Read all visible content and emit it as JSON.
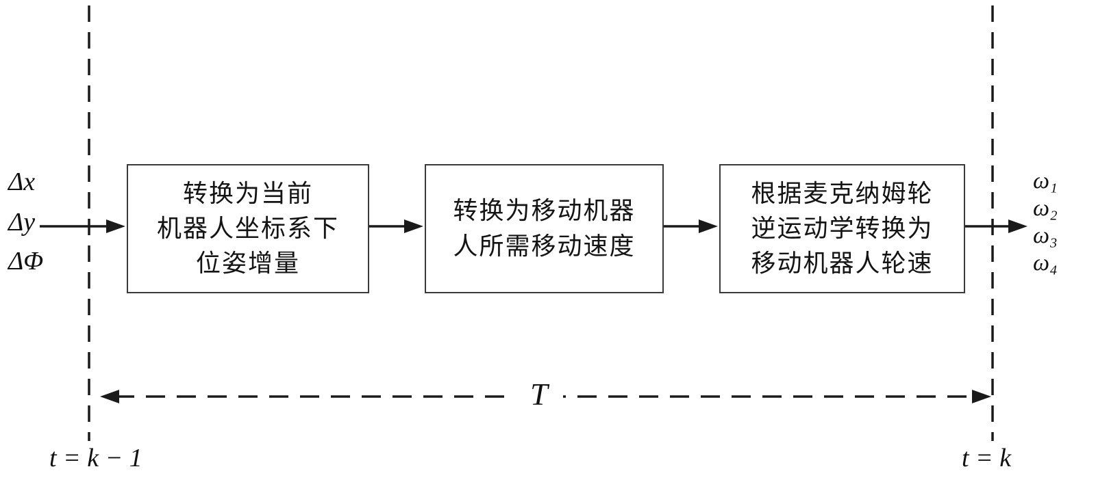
{
  "diagram": {
    "inputs": [
      "Δx",
      "Δy",
      "ΔΦ"
    ],
    "outputs": [
      "ω₁",
      "ω₂",
      "ω₃",
      "ω₄"
    ],
    "boxes": [
      {
        "lines": [
          "转换为当前",
          "机器人坐标系下",
          "位姿增量"
        ]
      },
      {
        "lines": [
          "转换为移动机器",
          "人所需移动速度"
        ]
      },
      {
        "lines": [
          "根据麦克纳姆轮",
          "逆运动学转换为",
          "移动机器人轮速"
        ]
      }
    ],
    "period_label": "T",
    "time_left": "t = k − 1",
    "time_right": "t = k",
    "colors": {
      "stroke": "#1a1a1a",
      "box_border": "#3a3a3a",
      "background": "#ffffff"
    }
  }
}
